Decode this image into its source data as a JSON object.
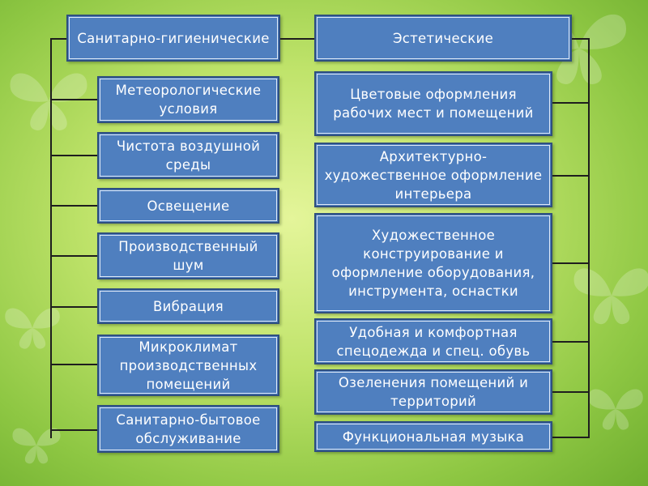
{
  "left": {
    "header": "Санитарно-гигиенические",
    "items": [
      "Метеорологические условия",
      "Чистота воздушной среды",
      "Освещение",
      "Производственный шум",
      "Вибрация",
      "Микроклимат производственных помещений",
      "Санитарно-бытовое обслуживание"
    ]
  },
  "right": {
    "header": "Эстетические",
    "items": [
      "Цветовые оформления рабочих мест и помещений",
      "Архитектурно-художественное оформление интерьера",
      "Художественное конструирование и оформление оборудования, инструмента, оснастки",
      "Удобная и комфортная спецодежда и спец. обувь",
      "Озеленения помещений и территорий",
      "Функциональная музыка"
    ]
  },
  "colors": {
    "box_fill": "#4f7fbf",
    "box_border": "#2f4f7f",
    "connector": "#1e1e1e"
  },
  "decor": {
    "icon": "butterfly-icon"
  }
}
